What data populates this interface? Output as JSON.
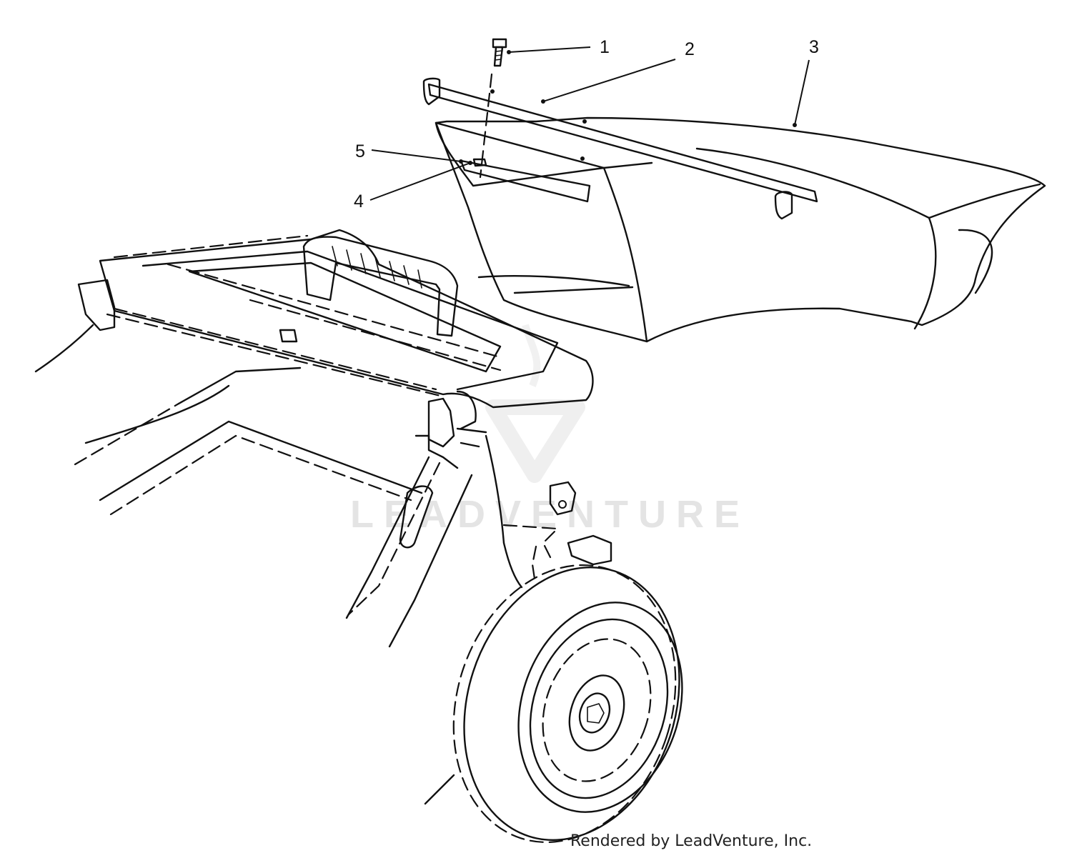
{
  "callouts": [
    {
      "id": "1",
      "label": "1"
    },
    {
      "id": "2",
      "label": "2"
    },
    {
      "id": "3",
      "label": "3"
    },
    {
      "id": "4",
      "label": "4"
    },
    {
      "id": "5",
      "label": "5"
    }
  ],
  "watermark": {
    "text": "LEADVENTURE"
  },
  "footer": {
    "text": "Rendered by LeadVenture, Inc."
  }
}
